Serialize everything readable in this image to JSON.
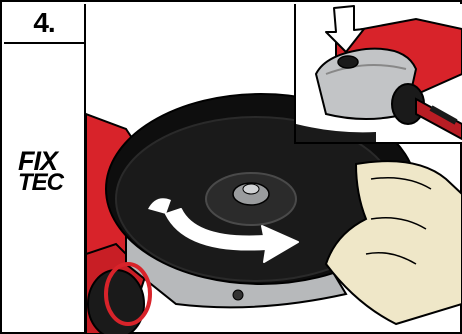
{
  "step": {
    "label": "4."
  },
  "brand": {
    "line1": "FIX",
    "line2": "TEC"
  },
  "colors": {
    "tool_red": "#d8232a",
    "disc_black": "#141414",
    "metal_grey": "#b7b9bb",
    "glove_cream": "#efe7c8",
    "arrow_white": "#ffffff"
  },
  "icons": {
    "rotation": "curved-arrow-icon",
    "press": "down-arrow-icon"
  }
}
